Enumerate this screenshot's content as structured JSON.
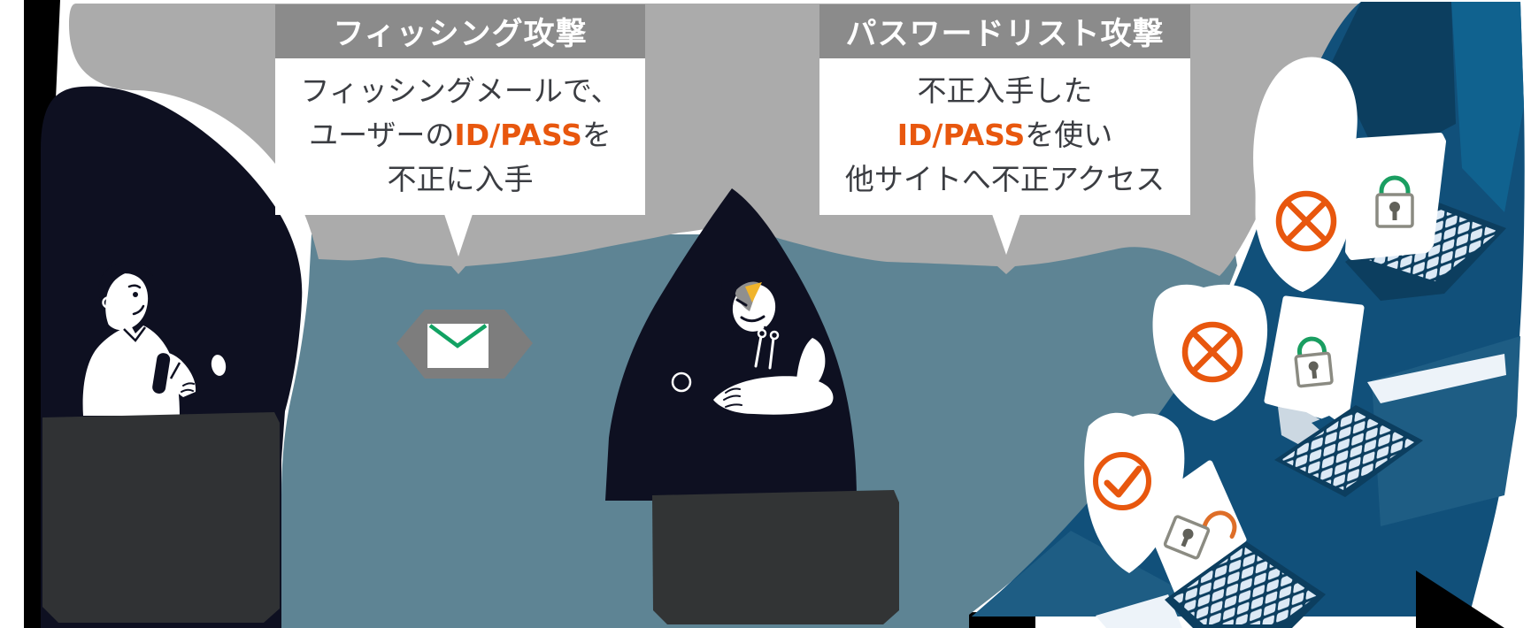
{
  "bubbles": [
    {
      "title": "フィッシング攻撃",
      "lines": [
        [
          {
            "t": "フィッシングメールで、",
            "hl": false
          }
        ],
        [
          {
            "t": "ユーザーの",
            "hl": false
          },
          {
            "t": "ID/PASS",
            "hl": true
          },
          {
            "t": "を",
            "hl": false
          }
        ],
        [
          {
            "t": "不正に入手",
            "hl": false
          }
        ]
      ]
    },
    {
      "title": "パスワードリスト攻撃",
      "lines": [
        [
          {
            "t": "不正入手した",
            "hl": false
          }
        ],
        [
          {
            "t": "ID/PASS",
            "hl": true
          },
          {
            "t": "を使い",
            "hl": false
          }
        ],
        [
          {
            "t": "他サイトへ不正アクセス",
            "hl": false
          }
        ]
      ]
    }
  ],
  "icons": {
    "envelope": "email-envelope-icon",
    "closed_lock": "closed-padlock-icon",
    "open_lock": "open-padlock-icon",
    "blocked": "circle-x-icon",
    "allowed": "circle-check-icon"
  },
  "colors": {
    "accent_orange": "#E8570E",
    "green": "#12A263",
    "teal": "#5E8494",
    "navy": "#0E1021",
    "gray_blob": "#ABABAB",
    "header_gray": "#8B8B8B",
    "hexagon_gray": "#7D7D7D",
    "charcoal": "#323435",
    "dark_blue": "#11507A",
    "medium_blue": "#1E5D84",
    "key_blue": "#DCE9F5",
    "glint_yellow": "#F0B42C"
  }
}
